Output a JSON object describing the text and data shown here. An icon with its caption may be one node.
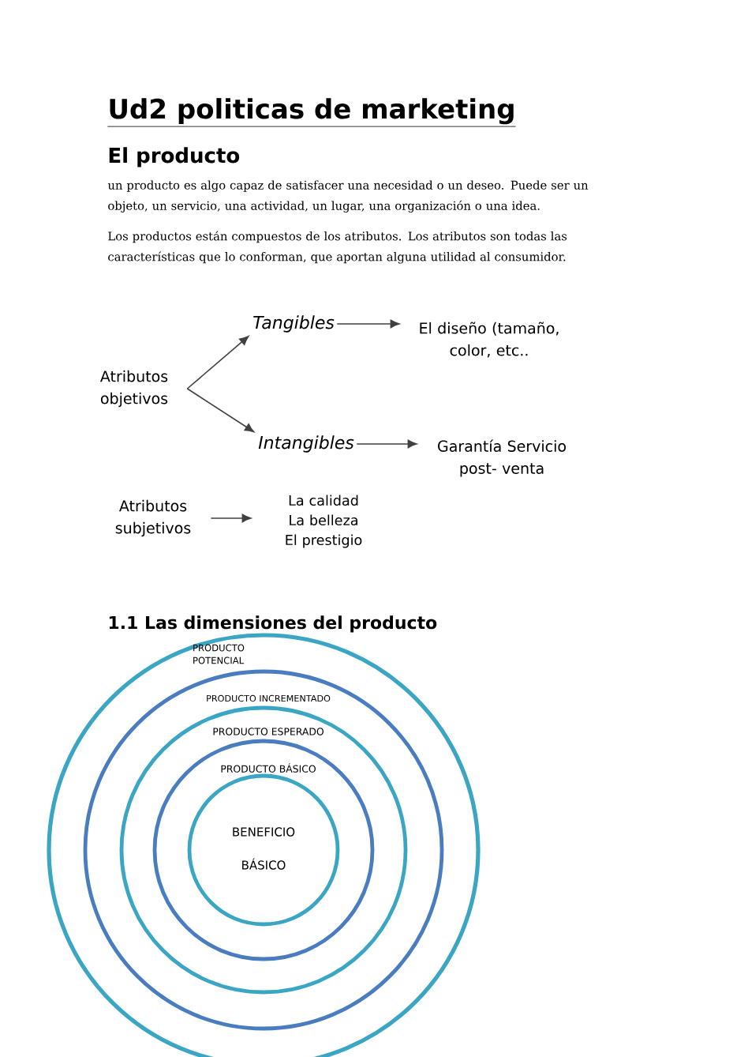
{
  "diagram": {
    "title": "Ud2 politicas de marketing",
    "nodes": [
      {
        "text": [
          "Atributos objetivos"
        ]
      },
      {
        "text": [
          "Tangibles"
        ]
      },
      {
        "text": [
          "Intangibles"
        ]
      },
      {
        "text": [
          "El diseño (tamaño, color, etc.."
        ]
      },
      {
        "text": [
          "Garantía Servicio post- venta"
        ]
      },
      {
        "text": [
          "Atributos subjetivos"
        ]
      },
      {
        "text": [
          "La calidad La belleza El prestigio"
        ]
      },
      {
        "text": [
          "PRODUCTO POTENCIAL"
        ]
      },
      {
        "text": [
          "PRODUCTO INCREMENTADO"
        ],
        "in": 7
      },
      {
        "text": [
          "PRODUCTO ESPERADO"
        ],
        "in": 8
      },
      {
        "text": [
          "PRODUCTO BÁSICO"
        ],
        "in": 9
      },
      {
        "text": [
          "BENEFICIO BÁSICO"
        ],
        "in": 10
      }
    ],
    "edges": [
      {
        "from": 0,
        "to": 1,
        "arrow": "to"
      },
      {
        "from": 0,
        "to": 2,
        "arrow": "to"
      },
      {
        "from": 1,
        "to": 3,
        "arrow": "to"
      },
      {
        "from": 2,
        "to": 4,
        "arrow": "to"
      },
      {
        "from": 5,
        "to": 6,
        "arrow": "to"
      }
    ],
    "labels": [
      "El producto",
      "un producto es algo capaz de satisfacer una necesidad o un deseo. Puede ser un objeto, un servicio, una actividad, un lugar, una organización o una idea.",
      "Los productos están compuestos de los atributos. Los atributos son todas las características que lo conforman, que aportan alguna utilidad al consumidor.",
      "1.1 Las dimensiones del producto"
    ]
  }
}
